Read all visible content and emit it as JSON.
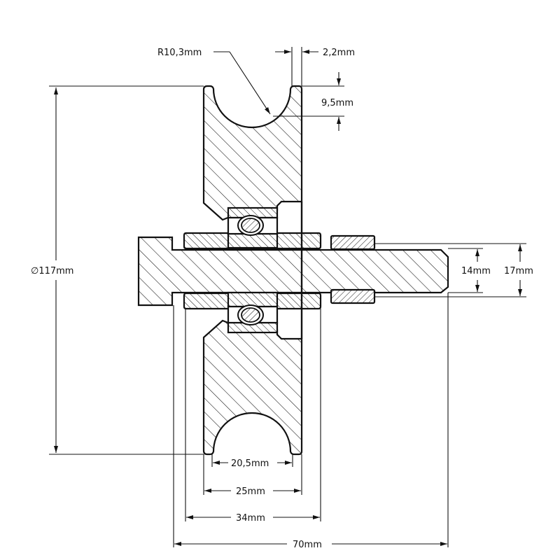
{
  "drawing": {
    "title": "Grooved wheel with bearings on axle - section view",
    "dimensions": {
      "groove_radius": "R10,3mm",
      "rim_width_edge": "2,2mm",
      "groove_depth": "9,5mm",
      "wheel_diameter": "∅117mm",
      "axle_diameter_end": "14mm",
      "axle_diameter": "17mm",
      "groove_width": "20,5mm",
      "wheel_width": "25mm",
      "hub_width": "34mm",
      "total_length": "70mm"
    },
    "colors": {
      "line": "#111111",
      "background": "#ffffff"
    }
  }
}
